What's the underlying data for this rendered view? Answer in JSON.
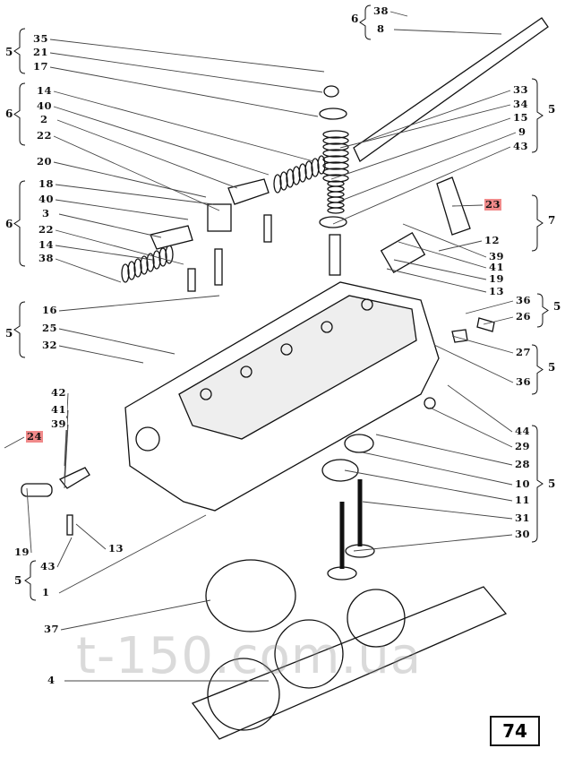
{
  "page_number": "74",
  "watermark": "t-150.com.ua",
  "highlight_color": "#f08a8a",
  "part_labels": [
    {
      "text": "38"
    },
    {
      "text": "8"
    },
    {
      "text": "35"
    },
    {
      "text": "21"
    },
    {
      "text": "17"
    },
    {
      "text": "14"
    },
    {
      "text": "40"
    },
    {
      "text": "2"
    },
    {
      "text": "22"
    },
    {
      "text": "20"
    },
    {
      "text": "18"
    },
    {
      "text": "40"
    },
    {
      "text": "3"
    },
    {
      "text": "22"
    },
    {
      "text": "14"
    },
    {
      "text": "38"
    },
    {
      "text": "16"
    },
    {
      "text": "25"
    },
    {
      "text": "32"
    },
    {
      "text": "42"
    },
    {
      "text": "41"
    },
    {
      "text": "39"
    },
    {
      "text": "24",
      "highlight": true
    },
    {
      "text": "19"
    },
    {
      "text": "13"
    },
    {
      "text": "43"
    },
    {
      "text": "1"
    },
    {
      "text": "37"
    },
    {
      "text": "4"
    },
    {
      "text": "33"
    },
    {
      "text": "34"
    },
    {
      "text": "15"
    },
    {
      "text": "9"
    },
    {
      "text": "43"
    },
    {
      "text": "23",
      "highlight": true
    },
    {
      "text": "12"
    },
    {
      "text": "39"
    },
    {
      "text": "41"
    },
    {
      "text": "19"
    },
    {
      "text": "13"
    },
    {
      "text": "36"
    },
    {
      "text": "26"
    },
    {
      "text": "27"
    },
    {
      "text": "36"
    },
    {
      "text": "44"
    },
    {
      "text": "29"
    },
    {
      "text": "28"
    },
    {
      "text": "10"
    },
    {
      "text": "11"
    },
    {
      "text": "31"
    },
    {
      "text": "30"
    }
  ],
  "group_labels": [
    {
      "text": "6"
    },
    {
      "text": "5"
    },
    {
      "text": "6"
    },
    {
      "text": "6"
    },
    {
      "text": "5"
    },
    {
      "text": "5"
    },
    {
      "text": "5"
    },
    {
      "text": "7"
    },
    {
      "text": "5"
    },
    {
      "text": "5"
    },
    {
      "text": "5"
    }
  ]
}
